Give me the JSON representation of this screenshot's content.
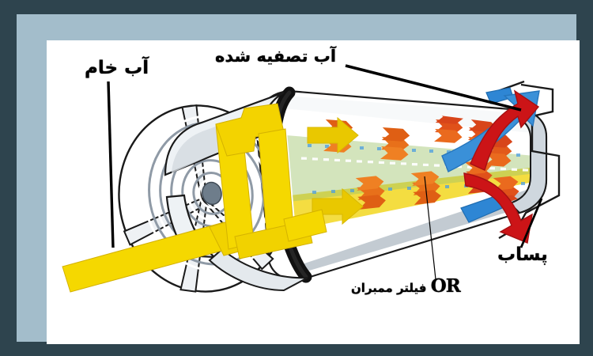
{
  "figure": {
    "title": "RO Membrane Filter Cutaway Diagram",
    "frame": {
      "outer_border_color": "#2e444e",
      "inner_border_color": "#a3bdcb",
      "canvas_color": "#ffffff"
    }
  },
  "labels": {
    "raw_water": "آب خام",
    "permeate": "آب تصفیه شده",
    "brine": "پساب",
    "membrane_filter": "فیلتر ممبران",
    "membrane_filter_abbr": "OR"
  },
  "colors": {
    "feed_yellow": "#f5d800",
    "feed_arrow_yellow": "#e9c800",
    "permeate_blue": "#3a90d8",
    "permeate_arrow_blue": "#2e86d4",
    "brine_red": "#cc1417",
    "reject_orange": "#e8701a",
    "vessel_gray": "#9aa7b4",
    "vessel_light": "#e8ecef",
    "spiral_gray": "#8f9aa6",
    "seal_black": "#111111",
    "outline": "#1a1a1a",
    "leader_line": "#000000"
  },
  "elements": {
    "vessel": "pressure-vessel-cutaway",
    "end_cap_left": "left-end-cap-spiral-membrane",
    "end_cap_right": "right-end-cap-ports",
    "feed_pipe": "yellow-feed-inlet-pipe",
    "permeate_stream": "blue-permeate-center-tube",
    "reject_stream": "orange-red-concentrate-arrows",
    "seal_ring": "black-seal-ring"
  },
  "flows": [
    {
      "name": "raw-water-feed",
      "color": "#f5d800",
      "direction": "in-from-bottom-left"
    },
    {
      "name": "permeate-out",
      "color": "#3a90d8",
      "direction": "out-to-upper-right"
    },
    {
      "name": "concentrate-out",
      "color": "#cc1417",
      "direction": "out-to-lower-right"
    }
  ]
}
